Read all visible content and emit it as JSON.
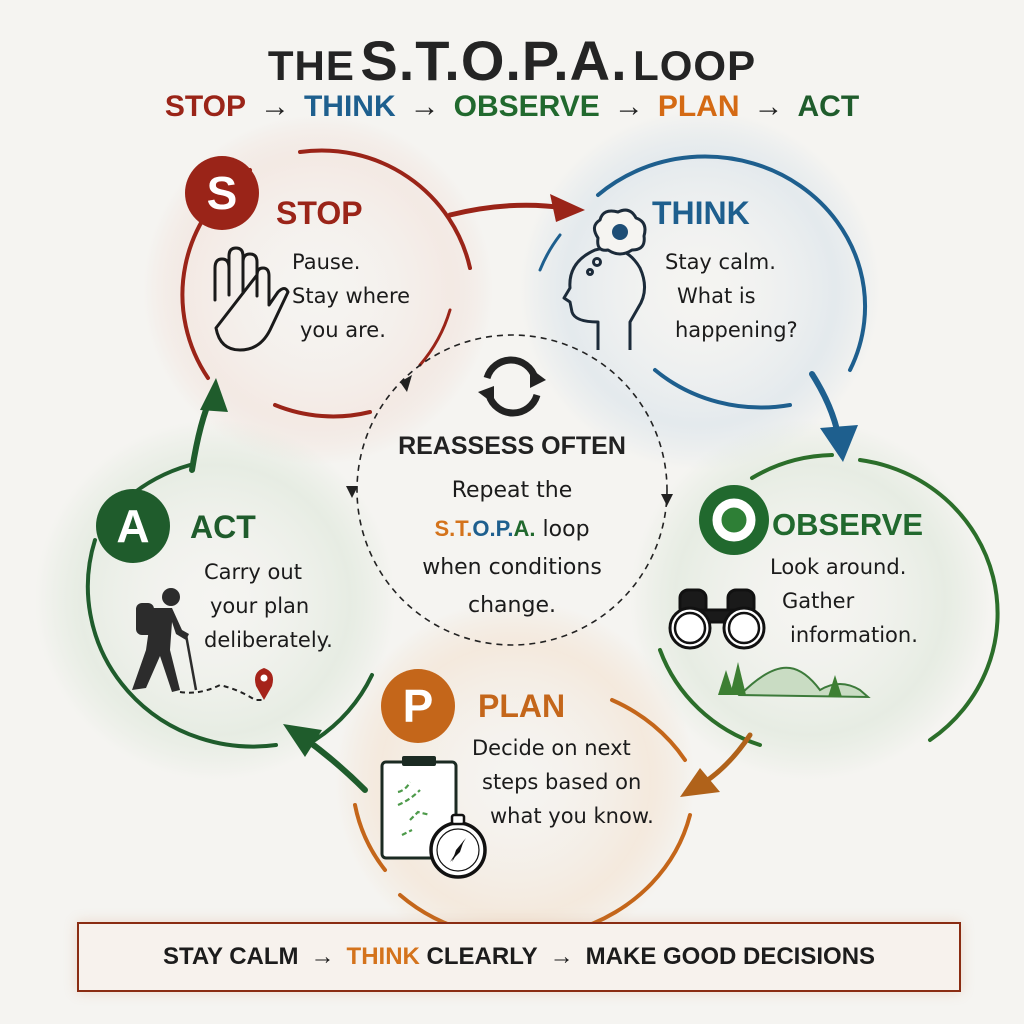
{
  "header": {
    "title_prefix": "THE",
    "title_acronym": "S.T.O.P.A.",
    "title_suffix": "LOOP",
    "sequence": [
      {
        "label": "STOP",
        "color": "#9a2418"
      },
      {
        "label": "THINK",
        "color": "#1e5f8e"
      },
      {
        "label": "OBSERVE",
        "color": "#21692e"
      },
      {
        "label": "PLAN",
        "color": "#d46a14"
      },
      {
        "label": "ACT",
        "color": "#1f5c2c"
      }
    ],
    "arrow": "→"
  },
  "steps": {
    "stop": {
      "letter": "S",
      "title": "STOP",
      "color": "#9a2418",
      "lines": [
        "Pause.",
        "Stay where",
        "you are."
      ],
      "icon": "raised-hand-icon"
    },
    "think": {
      "title": "THINK",
      "color": "#1e5f8e",
      "lines": [
        "Stay calm.",
        "What is",
        "happening?"
      ],
      "icon": "head-thinking-gear-icon"
    },
    "observe": {
      "letter": "O",
      "title": "OBSERVE",
      "color": "#21692e",
      "lines": [
        "Look around.",
        "Gather",
        "information."
      ],
      "icon": "binoculars-icon",
      "decoration": "mountains-trees-icon"
    },
    "plan": {
      "letter": "P",
      "title": "PLAN",
      "color": "#c4661a",
      "lines": [
        "Decide on next",
        "steps based on",
        "what you know."
      ],
      "icon": "clipboard-map-compass-icon"
    },
    "act": {
      "letter": "A",
      "title": "ACT",
      "color": "#1f5c2c",
      "lines": [
        "Carry out",
        "your plan",
        "deliberately."
      ],
      "icon": "hiker-icon",
      "decoration": "location-pin-icon"
    }
  },
  "center": {
    "icon": "refresh-cycle-icon",
    "title": "REASSESS OFTEN",
    "line1": "Repeat the",
    "acronym_letters": [
      {
        "char": "S.",
        "color": "#d4731c"
      },
      {
        "char": "T.",
        "color": "#d4731c"
      },
      {
        "char": "O.",
        "color": "#1e5f8e"
      },
      {
        "char": "P.",
        "color": "#1e5f8e"
      },
      {
        "char": "A.",
        "color": "#21692e"
      }
    ],
    "line2_suffix": " loop",
    "line3": "when conditions",
    "line4": "change."
  },
  "footer": {
    "part1": "STAY CALM",
    "highlight": "THINK",
    "highlight_color": "#d4731c",
    "part2": " CLEARLY",
    "part3": "MAKE GOOD DECISIONS",
    "arrow": "→"
  }
}
